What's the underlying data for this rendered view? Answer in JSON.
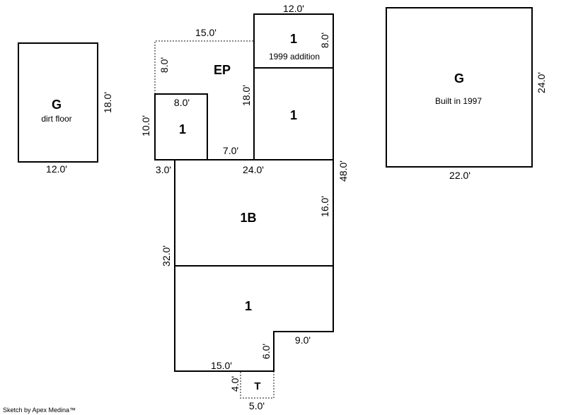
{
  "garage_left": {
    "label": "G",
    "note": "dirt floor",
    "height": "18.0'",
    "width": "12.0'"
  },
  "enclosed_porch": {
    "label": "EP",
    "width": "15.0'",
    "height": "8.0'"
  },
  "small_room": {
    "label": "1",
    "width": "8.0'",
    "height": "10.0'",
    "gap": "7.0'"
  },
  "addition": {
    "label": "1",
    "note": "1999 addition",
    "width": "12.0'",
    "height": "8.0'"
  },
  "middle_room": {
    "label": "1",
    "height": "18.0'"
  },
  "main": {
    "offset": "3.0'",
    "width": "24.0'",
    "total_height": "48.0'",
    "basement_label": "1B",
    "basement_height": "16.0'",
    "lower_label": "1",
    "lower_height": "32.0'",
    "notch_width": "9.0'",
    "notch_height": "6.0'",
    "bottom_width": "15.0'"
  },
  "terrace": {
    "label": "T",
    "height": "4.0'",
    "width": "5.0'"
  },
  "garage_right": {
    "label": "G",
    "note": "Built in 1997",
    "height": "24.0'",
    "width": "22.0'"
  },
  "footer": "Sketch by Apex Medina™"
}
